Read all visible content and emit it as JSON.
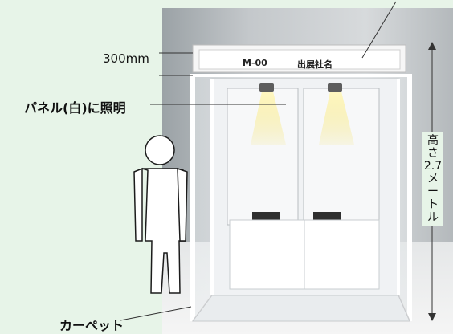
{
  "labels": {
    "fascia_height": "300mm",
    "panel_lighting": "パネル(白)に照明",
    "carpet": "カーペット"
  },
  "height_dimension": {
    "label_lines": [
      "高",
      "さ",
      "2.7",
      "メ",
      "ー",
      "ト",
      "ル"
    ]
  },
  "signboard": {
    "booth_number": "M-00",
    "company_name": "出展社名"
  },
  "colors": {
    "background": "#e7f4e8",
    "backdrop": "#c4c8cb",
    "lighting": "#f3e58a",
    "label_text": "#111111",
    "frame": "#ffffff"
  }
}
